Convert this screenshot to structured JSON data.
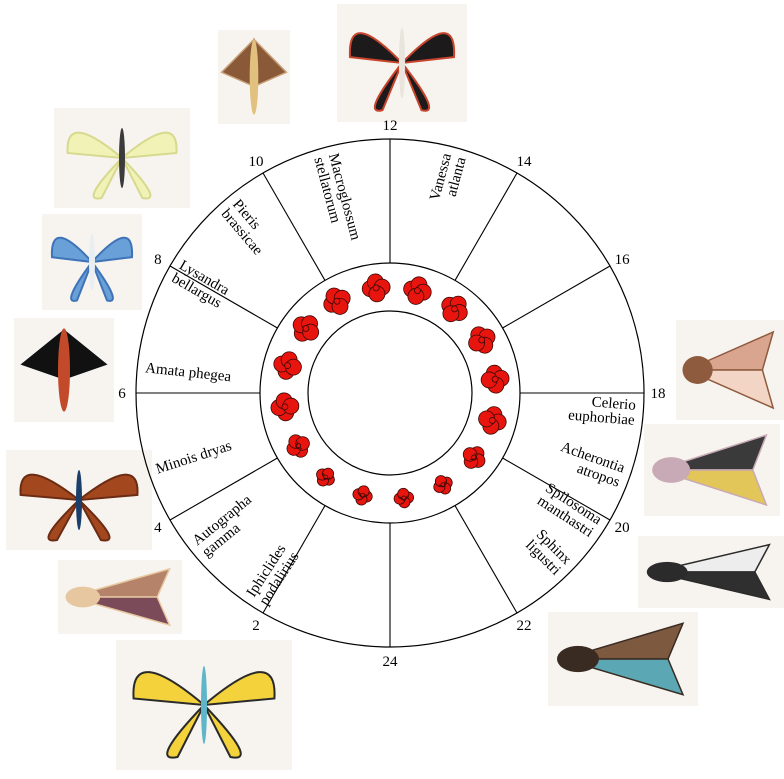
{
  "colors": {
    "line": "#000000",
    "flower_fill": "#e8140e",
    "flower_stroke": "#3a0a06",
    "background": "#ffffff"
  },
  "hours": [
    {
      "label": "24",
      "h": 24
    },
    {
      "label": "2",
      "h": 2
    },
    {
      "label": "4",
      "h": 4
    },
    {
      "label": "6",
      "h": 6
    },
    {
      "label": "8",
      "h": 8
    },
    {
      "label": "10",
      "h": 10
    },
    {
      "label": "12",
      "h": 12
    },
    {
      "label": "14",
      "h": 14
    },
    {
      "label": "16",
      "h": 16
    },
    {
      "label": "18",
      "h": 18
    },
    {
      "label": "20",
      "h": 20
    },
    {
      "label": "22",
      "h": 22
    }
  ],
  "species": [
    {
      "name": "vanessa-atlanta",
      "lines": [
        "Vanessa",
        "atlanta"
      ],
      "hour": 13.0,
      "bird": "red-admiral"
    },
    {
      "name": "macroglossum-stellatorum",
      "lines": [
        "Macroglossum",
        "stellatorum"
      ],
      "hour": 11.0,
      "bird": "hummingbird-hawk-moth"
    },
    {
      "name": "pieris-brassicae",
      "lines": [
        "Pieris",
        "brassicae"
      ],
      "hour": 9.3,
      "bird": "cabbage-white"
    },
    {
      "name": "lysandra-bellargus",
      "lines": [
        "Lysandra",
        "bellargus"
      ],
      "hour": 8.0,
      "bird": "adonis-blue"
    },
    {
      "name": "amata-phegea",
      "lines": [
        "Amata phegea"
      ],
      "hour": 6.4,
      "bird": "nine-spotted-moth"
    },
    {
      "name": "minois-dryas",
      "lines": [
        "Minois dryas"
      ],
      "hour": 4.8,
      "bird": "dryad"
    },
    {
      "name": "autographa-gamma",
      "lines": [
        "Autographa",
        "gamma"
      ],
      "hour": 3.4,
      "bird": "silver-y"
    },
    {
      "name": "iphiclides-podalirius",
      "lines": [
        "Iphiclides",
        "podalirius"
      ],
      "hour": 2.2,
      "bird": "scarce-swallowtail"
    },
    {
      "name": "celerio-euphorbiae",
      "lines": [
        "Celerio",
        "euphorbiae"
      ],
      "hour": 18.3,
      "bird": "spurge-hawk-moth"
    },
    {
      "name": "acherontia-atropos",
      "lines": [
        "Acherontia",
        "atropos"
      ],
      "hour": 19.3,
      "bird": "deaths-head-hawk-moth"
    },
    {
      "name": "spilosoma-manthastri",
      "lines": [
        "Spilosoma",
        "manthastri"
      ],
      "hour": 20.2,
      "bird": "white-ermine"
    },
    {
      "name": "sphinx-ligustri",
      "lines": [
        "Sphinx",
        "ligustri"
      ],
      "hour": 21.0,
      "bird": "privet-hawk-moth"
    }
  ],
  "flowers": [
    {
      "hour": 1.0,
      "state": "closed"
    },
    {
      "hour": 2.5,
      "state": "closed"
    },
    {
      "hour": 4.0,
      "state": "half"
    },
    {
      "hour": 5.5,
      "state": "open"
    },
    {
      "hour": 7.0,
      "state": "open"
    },
    {
      "hour": 8.5,
      "state": "open"
    },
    {
      "hour": 10.0,
      "state": "open"
    },
    {
      "hour": 11.5,
      "state": "open"
    },
    {
      "hour": 13.0,
      "state": "open"
    },
    {
      "hour": 14.5,
      "state": "open"
    },
    {
      "hour": 16.0,
      "state": "open"
    },
    {
      "hour": 17.5,
      "state": "open"
    },
    {
      "hour": 19.0,
      "state": "open"
    },
    {
      "hour": 20.5,
      "state": "half"
    },
    {
      "hour": 22.0,
      "state": "closed"
    },
    {
      "hour": 23.5,
      "state": "closed"
    }
  ],
  "illustrations": [
    {
      "name": "red-admiral-illustration",
      "kind": "butterfly",
      "colors": [
        "#1d1a1c",
        "#c8452d",
        "#e9e4dc"
      ]
    },
    {
      "name": "hummingbird-hawk-moth-illustration",
      "kind": "moth-slim",
      "colors": [
        "#8a5a38",
        "#c9a079",
        "#e2c07e"
      ]
    },
    {
      "name": "cabbage-white-illustration",
      "kind": "butterfly",
      "colors": [
        "#f1f3b6",
        "#d6d98e",
        "#3b3b3b"
      ]
    },
    {
      "name": "adonis-blue-illustration",
      "kind": "butterfly",
      "colors": [
        "#6aa0d8",
        "#3f73b8",
        "#e9eef2"
      ]
    },
    {
      "name": "nine-spotted-moth-illustration",
      "kind": "moth-slim",
      "colors": [
        "#111111",
        "#f4f4f4",
        "#c24a2a"
      ]
    },
    {
      "name": "dryad-illustration",
      "kind": "butterfly",
      "colors": [
        "#a3471f",
        "#6b2c13",
        "#1c3e6b"
      ]
    },
    {
      "name": "silver-y-illustration",
      "kind": "moth-wedge",
      "colors": [
        "#b5836a",
        "#7b4b5a",
        "#e6c7a0"
      ]
    },
    {
      "name": "scarce-swallowtail-illustration",
      "kind": "butterfly",
      "colors": [
        "#f3d23c",
        "#2a2a2a",
        "#5fb6c9"
      ]
    },
    {
      "name": "spurge-hawk-moth-illustration",
      "kind": "moth-wedge",
      "colors": [
        "#d9a58e",
        "#f2d5c4",
        "#8f5b3f"
      ]
    },
    {
      "name": "deaths-head-hawk-moth-illustration",
      "kind": "moth-wedge",
      "colors": [
        "#3a3a3a",
        "#e3c65a",
        "#c8a9b6"
      ]
    },
    {
      "name": "white-ermine-illustration",
      "kind": "moth-wedge",
      "colors": [
        "#ededed",
        "#2f2f2f",
        "#2b2b2b"
      ]
    },
    {
      "name": "privet-hawk-moth-illustration",
      "kind": "moth-wedge",
      "colors": [
        "#7d5940",
        "#5ba7b4",
        "#3a2b22"
      ]
    }
  ]
}
